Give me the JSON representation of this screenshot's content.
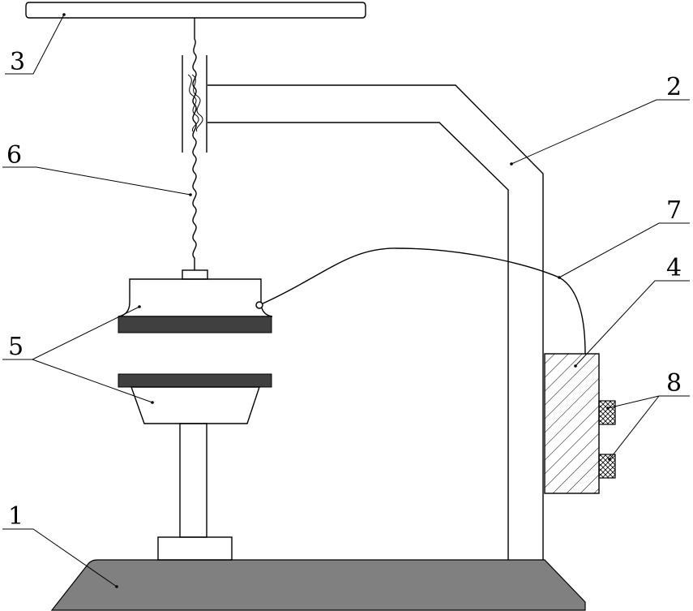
{
  "labels": {
    "l1": "1",
    "l2": "2",
    "l3": "3",
    "l4": "4",
    "l5": "5",
    "l6": "6",
    "l7": "7",
    "l8": "8"
  },
  "colors": {
    "base": "#808080",
    "plate": "#404040",
    "line": "#000000",
    "background": "#ffffff"
  }
}
